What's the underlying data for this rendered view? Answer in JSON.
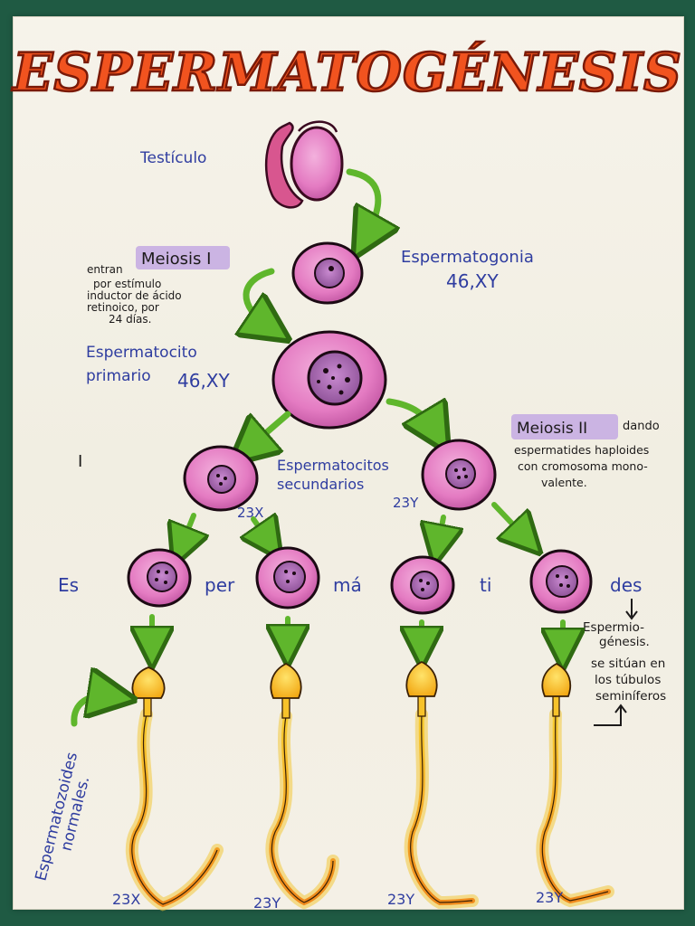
{
  "title": "ESPERMATOGÉNESIS",
  "labels": {
    "testiculo": "Testículo",
    "espermatogonia": "Espermatogonia",
    "espermatogonia_cariotipo": "46,XY",
    "meiosis1_prefix": "entran",
    "meiosis1": "Meiosis I",
    "meiosis1_note": [
      "por estímulo",
      "inductor de ácido",
      "retinoico, por",
      "24 días."
    ],
    "espermatocito_primario": [
      "Espermatocito",
      "primario"
    ],
    "espermatocito_primario_cariotipo": "46,XY",
    "espermatocitos_secundarios": [
      "Espermatocitos",
      "secundarios"
    ],
    "sec_left_cariotipo": "23X",
    "sec_right_cariotipo": "23Y",
    "meiosis2": "Meiosis II",
    "meiosis2_suffix": "dando",
    "meiosis2_note": [
      "espermatides haploides",
      "con cromosoma mono-",
      "valente."
    ],
    "espermatides_syllables": [
      "Es",
      "per",
      "má",
      "ti",
      "des"
    ],
    "espermiogenesis_note": [
      "Espermio-",
      "génesis.",
      "se sitúan en",
      "los túbulos",
      "seminíferos"
    ],
    "espermatozoides_note": [
      "Espermatozoides",
      "normales."
    ],
    "sperm_cariotipos": [
      "23X",
      "23Y",
      "23Y",
      "23Y"
    ],
    "margin_mark": "I"
  },
  "colors": {
    "title_fill": "#f1531f",
    "title_outline": "#7a1a08",
    "cell_pink": "#e77fc5",
    "nucleus": "#b066b3",
    "arrow_green": "#5fb62c",
    "text_blue": "#2f3da0",
    "sperm_yellow": "#f5c21d",
    "paper": "#f4f0e6",
    "board": "#1f5a43"
  }
}
